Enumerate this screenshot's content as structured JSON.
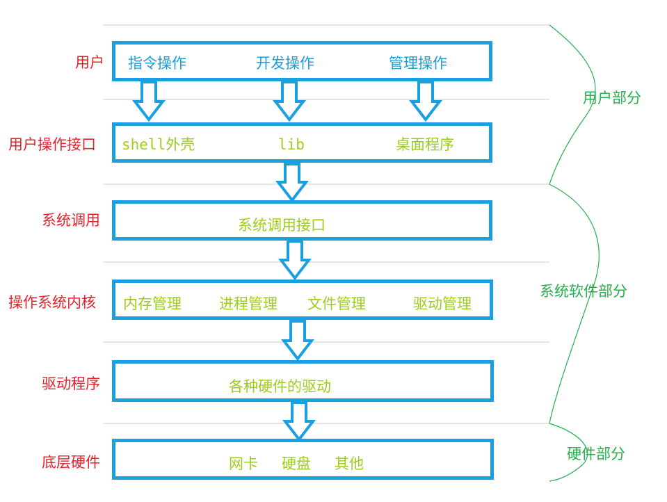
{
  "colors": {
    "row_label": "#e8202a",
    "box_border": "#1aa0e0",
    "box_text_user": "#1a9ed8",
    "box_text": "#9acd1e",
    "section_label": "#22b04a",
    "divider": "#c8c8c8"
  },
  "rows": [
    {
      "label": "用户",
      "items": [
        "指令操作",
        "开发操作",
        "管理操作"
      ]
    },
    {
      "label": "用户操作接口",
      "items": [
        "shell外壳",
        "lib",
        "桌面程序"
      ]
    },
    {
      "label": "系统调用",
      "items": [
        "系统调用接口"
      ]
    },
    {
      "label": "操作系统内核",
      "items": [
        "内存管理",
        "进程管理",
        "文件管理",
        "驱动管理"
      ]
    },
    {
      "label": "驱动程序",
      "items": [
        "各种硬件的驱动"
      ]
    },
    {
      "label": "底层硬件",
      "items": [
        "网卡",
        "硬盘",
        "其他"
      ]
    }
  ],
  "sections": [
    {
      "label": "用户部分"
    },
    {
      "label": "系统软件部分"
    },
    {
      "label": "硬件部分"
    }
  ]
}
